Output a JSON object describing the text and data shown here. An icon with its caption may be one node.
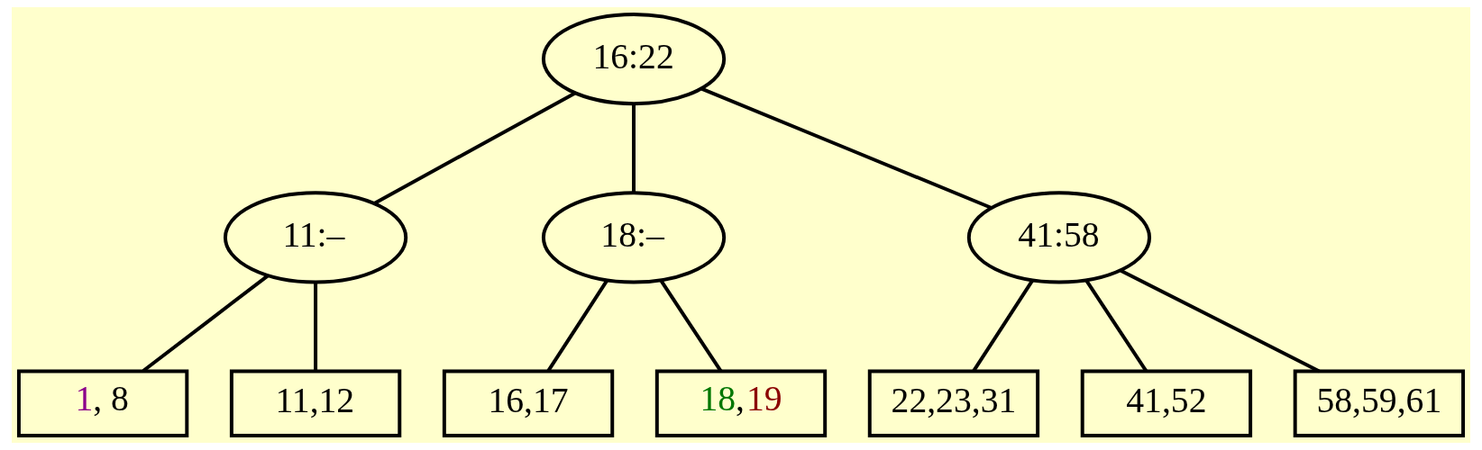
{
  "diagram": {
    "nodes": [
      {
        "text": [
          "16:22"
        ]
      },
      {
        "text": [
          "11:–"
        ]
      },
      {
        "text": [
          "18:–"
        ]
      },
      {
        "text": [
          "41:58"
        ]
      },
      {
        "text": [
          "1, 8"
        ]
      },
      {
        "text": [
          "11,12"
        ]
      },
      {
        "text": [
          "16,17"
        ]
      },
      {
        "text": [
          "18,19"
        ]
      },
      {
        "text": [
          "22,23,31"
        ]
      },
      {
        "text": [
          "41,52"
        ]
      },
      {
        "text": [
          "58,59,61"
        ]
      }
    ],
    "edges": [
      {
        "from": 0,
        "to": 1,
        "arrow": "none"
      },
      {
        "from": 0,
        "to": 2,
        "arrow": "none"
      },
      {
        "from": 0,
        "to": 3,
        "arrow": "none"
      },
      {
        "from": 1,
        "to": 4,
        "arrow": "none"
      },
      {
        "from": 1,
        "to": 5,
        "arrow": "none"
      },
      {
        "from": 2,
        "to": 6,
        "arrow": "none"
      },
      {
        "from": 2,
        "to": 7,
        "arrow": "none"
      },
      {
        "from": 3,
        "to": 8,
        "arrow": "none"
      },
      {
        "from": 3,
        "to": 9,
        "arrow": "none"
      },
      {
        "from": 3,
        "to": 10,
        "arrow": "none"
      }
    ]
  }
}
